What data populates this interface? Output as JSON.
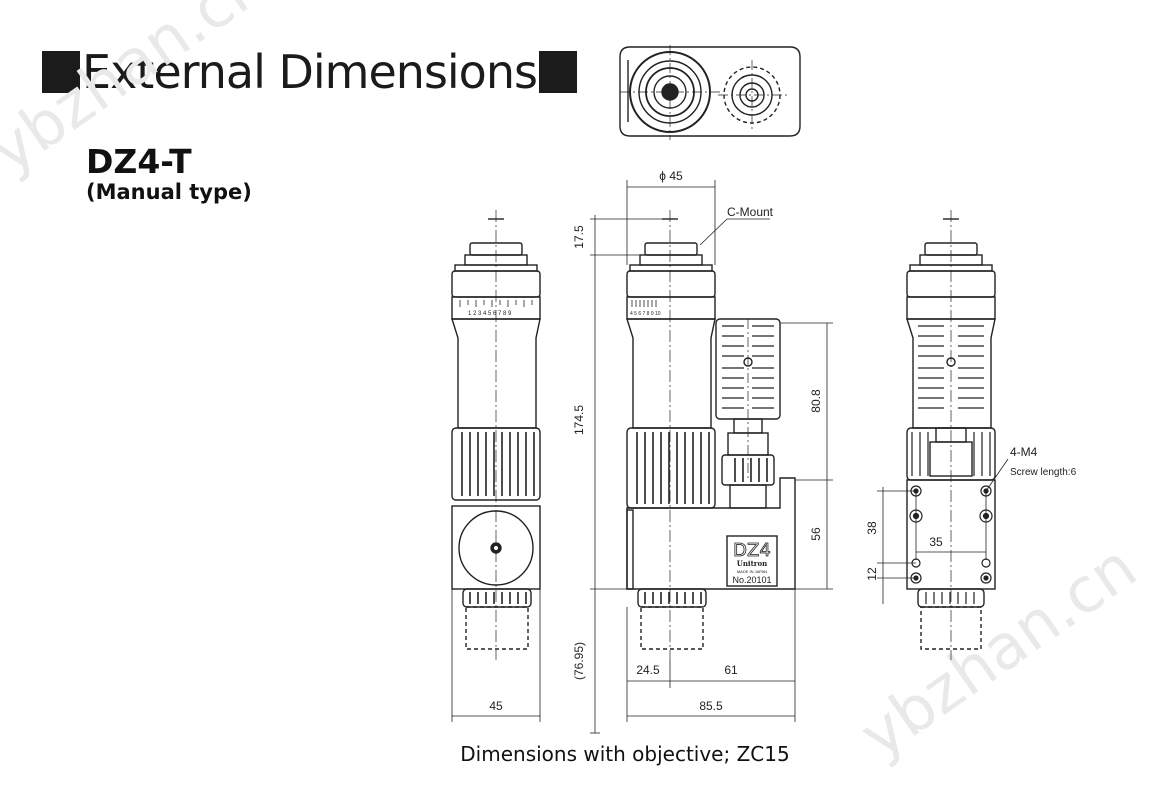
{
  "header": {
    "title": "External Dimensions",
    "model": "DZ4-T",
    "subtitle": "(Manual type)"
  },
  "caption": "Dimensions with objective; ZC15",
  "watermark": "ybzhan.cn",
  "dimensions": {
    "diameter": "ϕ 45",
    "cmount": "C-Mount",
    "top_height": "17.5",
    "body_height": "174.5",
    "lens_height": "(76.95)",
    "motor_height": "80.8",
    "base_height": "56",
    "base_width": "45",
    "offset": "24.5",
    "offset2": "61",
    "total_width": "85.5",
    "screw": "4-M4",
    "screw_length": "Screw length:6",
    "hole_vertical": "38",
    "hole_horizontal": "35",
    "hole_bottom": "12"
  },
  "nameplate": {
    "model": "DZ4",
    "brand": "Unitron",
    "origin": "MADE IN JAPAN",
    "serial": "No.20101"
  },
  "scale_digits": "1  2  3  4  5 6 7 8 9",
  "scale_digits_small": "4 5 6 7 8 9 10",
  "colors": {
    "ink": "#1b1b1b",
    "line": "#222222",
    "watermark": "#e9e9e9"
  }
}
